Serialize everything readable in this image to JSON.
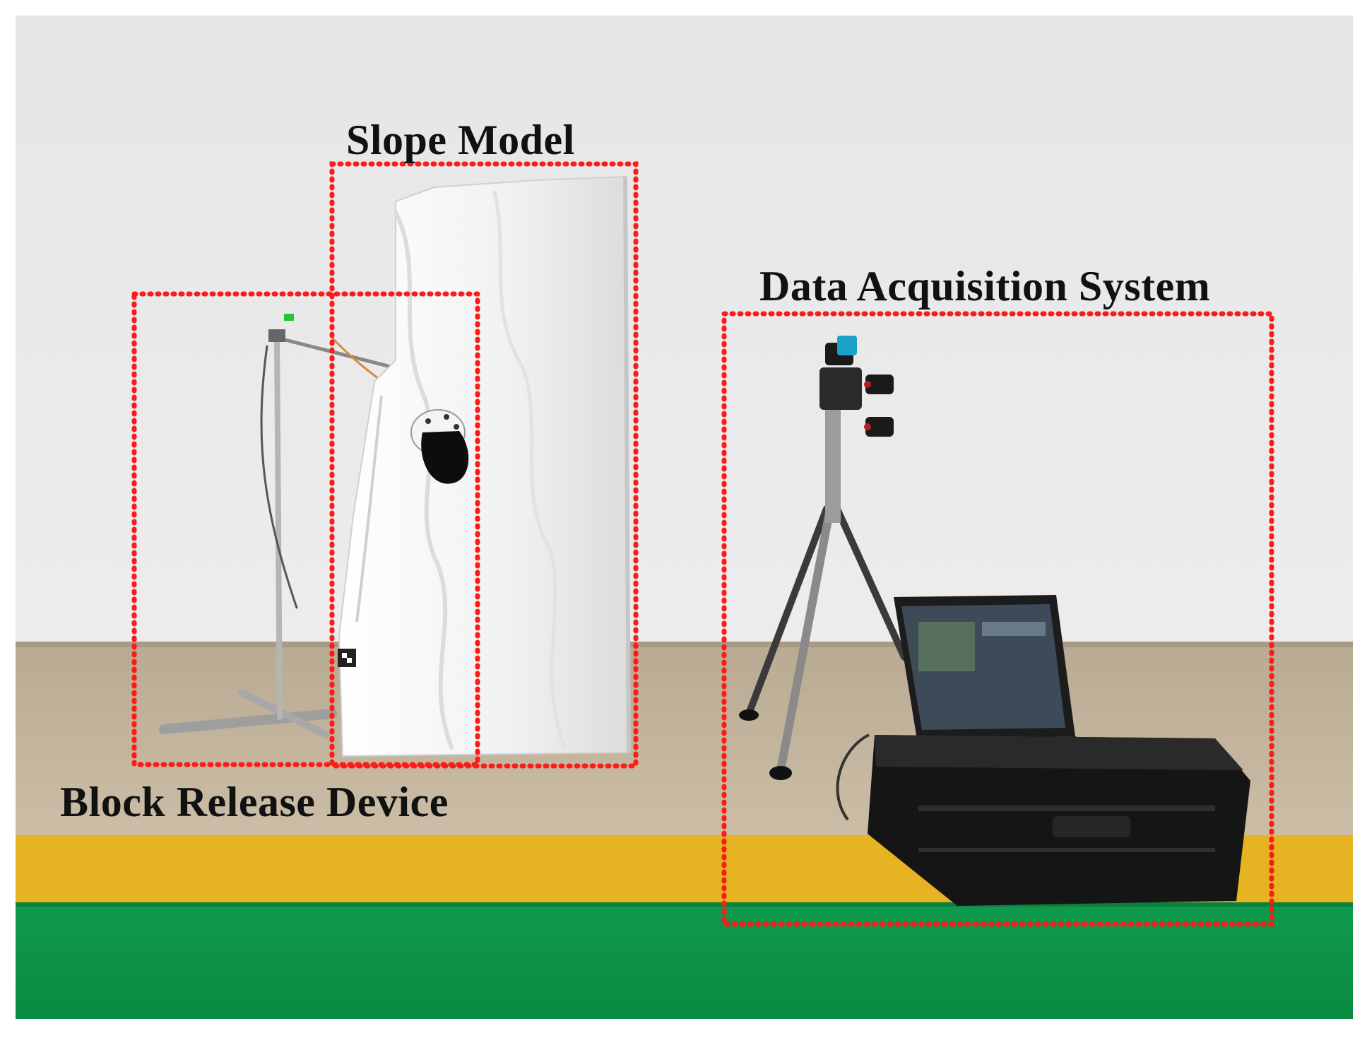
{
  "labels": {
    "slope_model": "Slope Model",
    "data_acquisition": "Data Acquisition System",
    "block_release": "Block Release Device"
  },
  "colors": {
    "annotation_box": "#ff1a1a",
    "wall": "#e9e9e9",
    "floor": "#c3b5a0",
    "floor_stripe": "#e8b51f",
    "floor_green": "#0a9448",
    "slope_foam": "#f3f3f3"
  },
  "icons": [
    "block-release-stand",
    "slope-model-foam",
    "camera-tripod",
    "laptop",
    "equipment-case"
  ]
}
